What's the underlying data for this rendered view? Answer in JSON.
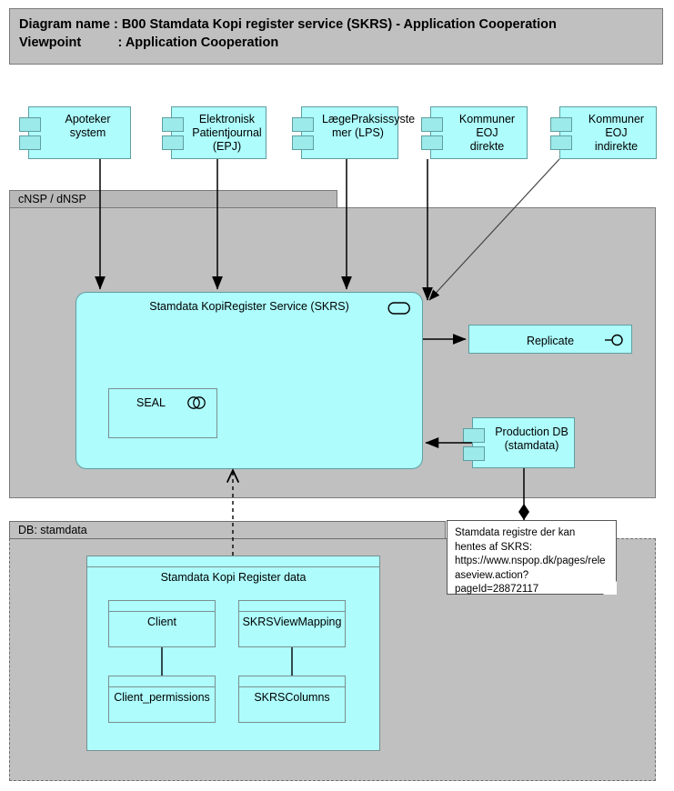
{
  "header": {
    "line1": "Diagram name : B00 Stamdata Kopi register service (SKRS) - Application Cooperation",
    "line2": "Viewpoint          : Application Cooperation"
  },
  "groups": {
    "nsp": {
      "label": "cNSP / dNSP"
    },
    "db": {
      "label": "DB: stamdata"
    }
  },
  "components": [
    {
      "id": "apoteker",
      "label": "Apoteker system"
    },
    {
      "id": "epj",
      "label": "Elektronisk\nPatientjournal\n(EPJ)"
    },
    {
      "id": "lps",
      "label": "LægePraksissyste\nmer (LPS)"
    },
    {
      "id": "eoj_direkte",
      "label": "Kommuner EOJ\ndirekte"
    },
    {
      "id": "eoj_indirekte",
      "label": "Kommuner EOJ\nindirekte"
    }
  ],
  "service": {
    "label": "Stamdata KopiRegister Service (SKRS)",
    "icon": "application-service-icon"
  },
  "seal": {
    "label": "SEAL",
    "icon": "application-collaboration-icon"
  },
  "replicate": {
    "label": "Replicate",
    "icon": "application-interface-icon"
  },
  "production_db": {
    "label": "Production DB\n(stamdata)"
  },
  "data_group": {
    "title": "Stamdata Kopi Register data",
    "objects": [
      {
        "id": "client",
        "label": "Client"
      },
      {
        "id": "skrsviewmapping",
        "label": "SKRSViewMapping"
      },
      {
        "id": "client_permissions",
        "label": "Client_permissions"
      },
      {
        "id": "skrscolumns",
        "label": "SKRSColumns"
      }
    ]
  },
  "note": {
    "text": "Stamdata registre der kan hentes af SKRS: https://www.nspop.dk/pages/releaseview.action?pageId=28872117"
  },
  "colors": {
    "cyan_fill": "#aefcfc",
    "cyan_border": "#5f9ea0",
    "group_gray": "#c0c0c0",
    "tab_gray": "#b8b8b8",
    "line": "#000000"
  }
}
